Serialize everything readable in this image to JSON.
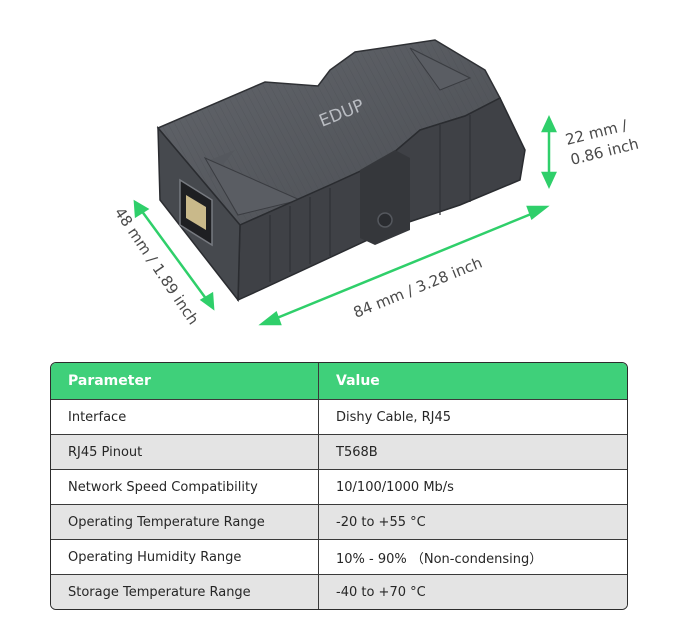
{
  "product": {
    "brand_logo": "EDUP",
    "dimensions": {
      "height": "22 mm /",
      "height_inch": "0.86 inch",
      "length": "84 mm / 3.28 inch",
      "width": "48 mm / 1.89 inch"
    },
    "colors": {
      "arrow": "#2fcf6a",
      "body": "#4f5258",
      "body_dark": "#3a3c41"
    }
  },
  "table": {
    "headers": [
      "Parameter",
      "Value"
    ],
    "header_color": "#3fd07a",
    "rows": [
      [
        "Interface",
        "Dishy Cable, RJ45"
      ],
      [
        "RJ45 Pinout",
        "T568B"
      ],
      [
        "Network Speed Compatibility",
        "10/100/1000 Mb/s"
      ],
      [
        "Operating Temperature Range",
        "-20 to +55 °C"
      ],
      [
        "Operating Humidity Range",
        "10%  - 90% （Non-condensing）"
      ],
      [
        "Storage Temperature Range",
        "-40 to +70 °C"
      ]
    ]
  }
}
